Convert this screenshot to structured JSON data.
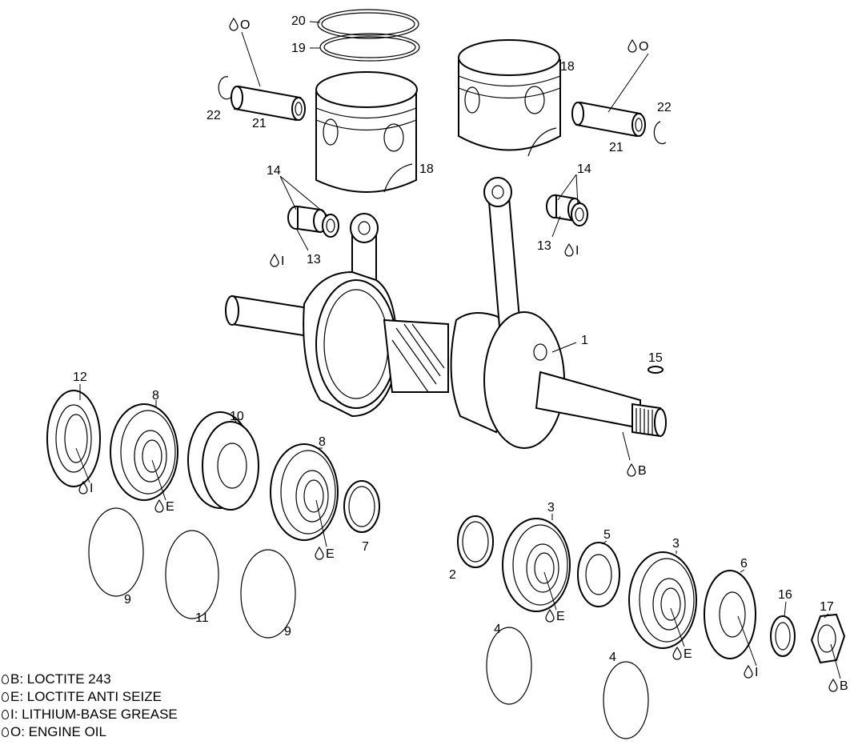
{
  "title": "Crankshaft and pistons exploded view",
  "callouts": [
    "20",
    "19",
    "22",
    "21",
    "18",
    "18",
    "22",
    "21",
    "14",
    "14",
    "13",
    "13",
    "1",
    "15",
    "12",
    "8",
    "10",
    "8",
    "7",
    "3",
    "2",
    "5",
    "3",
    "6",
    "16",
    "17",
    "9",
    "11",
    "9",
    "4",
    "4"
  ],
  "lubricant_markers": [
    "O",
    "O",
    "I",
    "I",
    "B",
    "I",
    "E",
    "E",
    "E",
    "E",
    "I",
    "B"
  ],
  "legend": [
    {
      "code": "B",
      "text": "B: LOCTITE 243"
    },
    {
      "code": "E",
      "text": "E: LOCTITE ANTI SEIZE"
    },
    {
      "code": "I",
      "text": "I: LITHIUM-BASE GREASE"
    },
    {
      "code": "O",
      "text": "O: ENGINE OIL"
    }
  ]
}
